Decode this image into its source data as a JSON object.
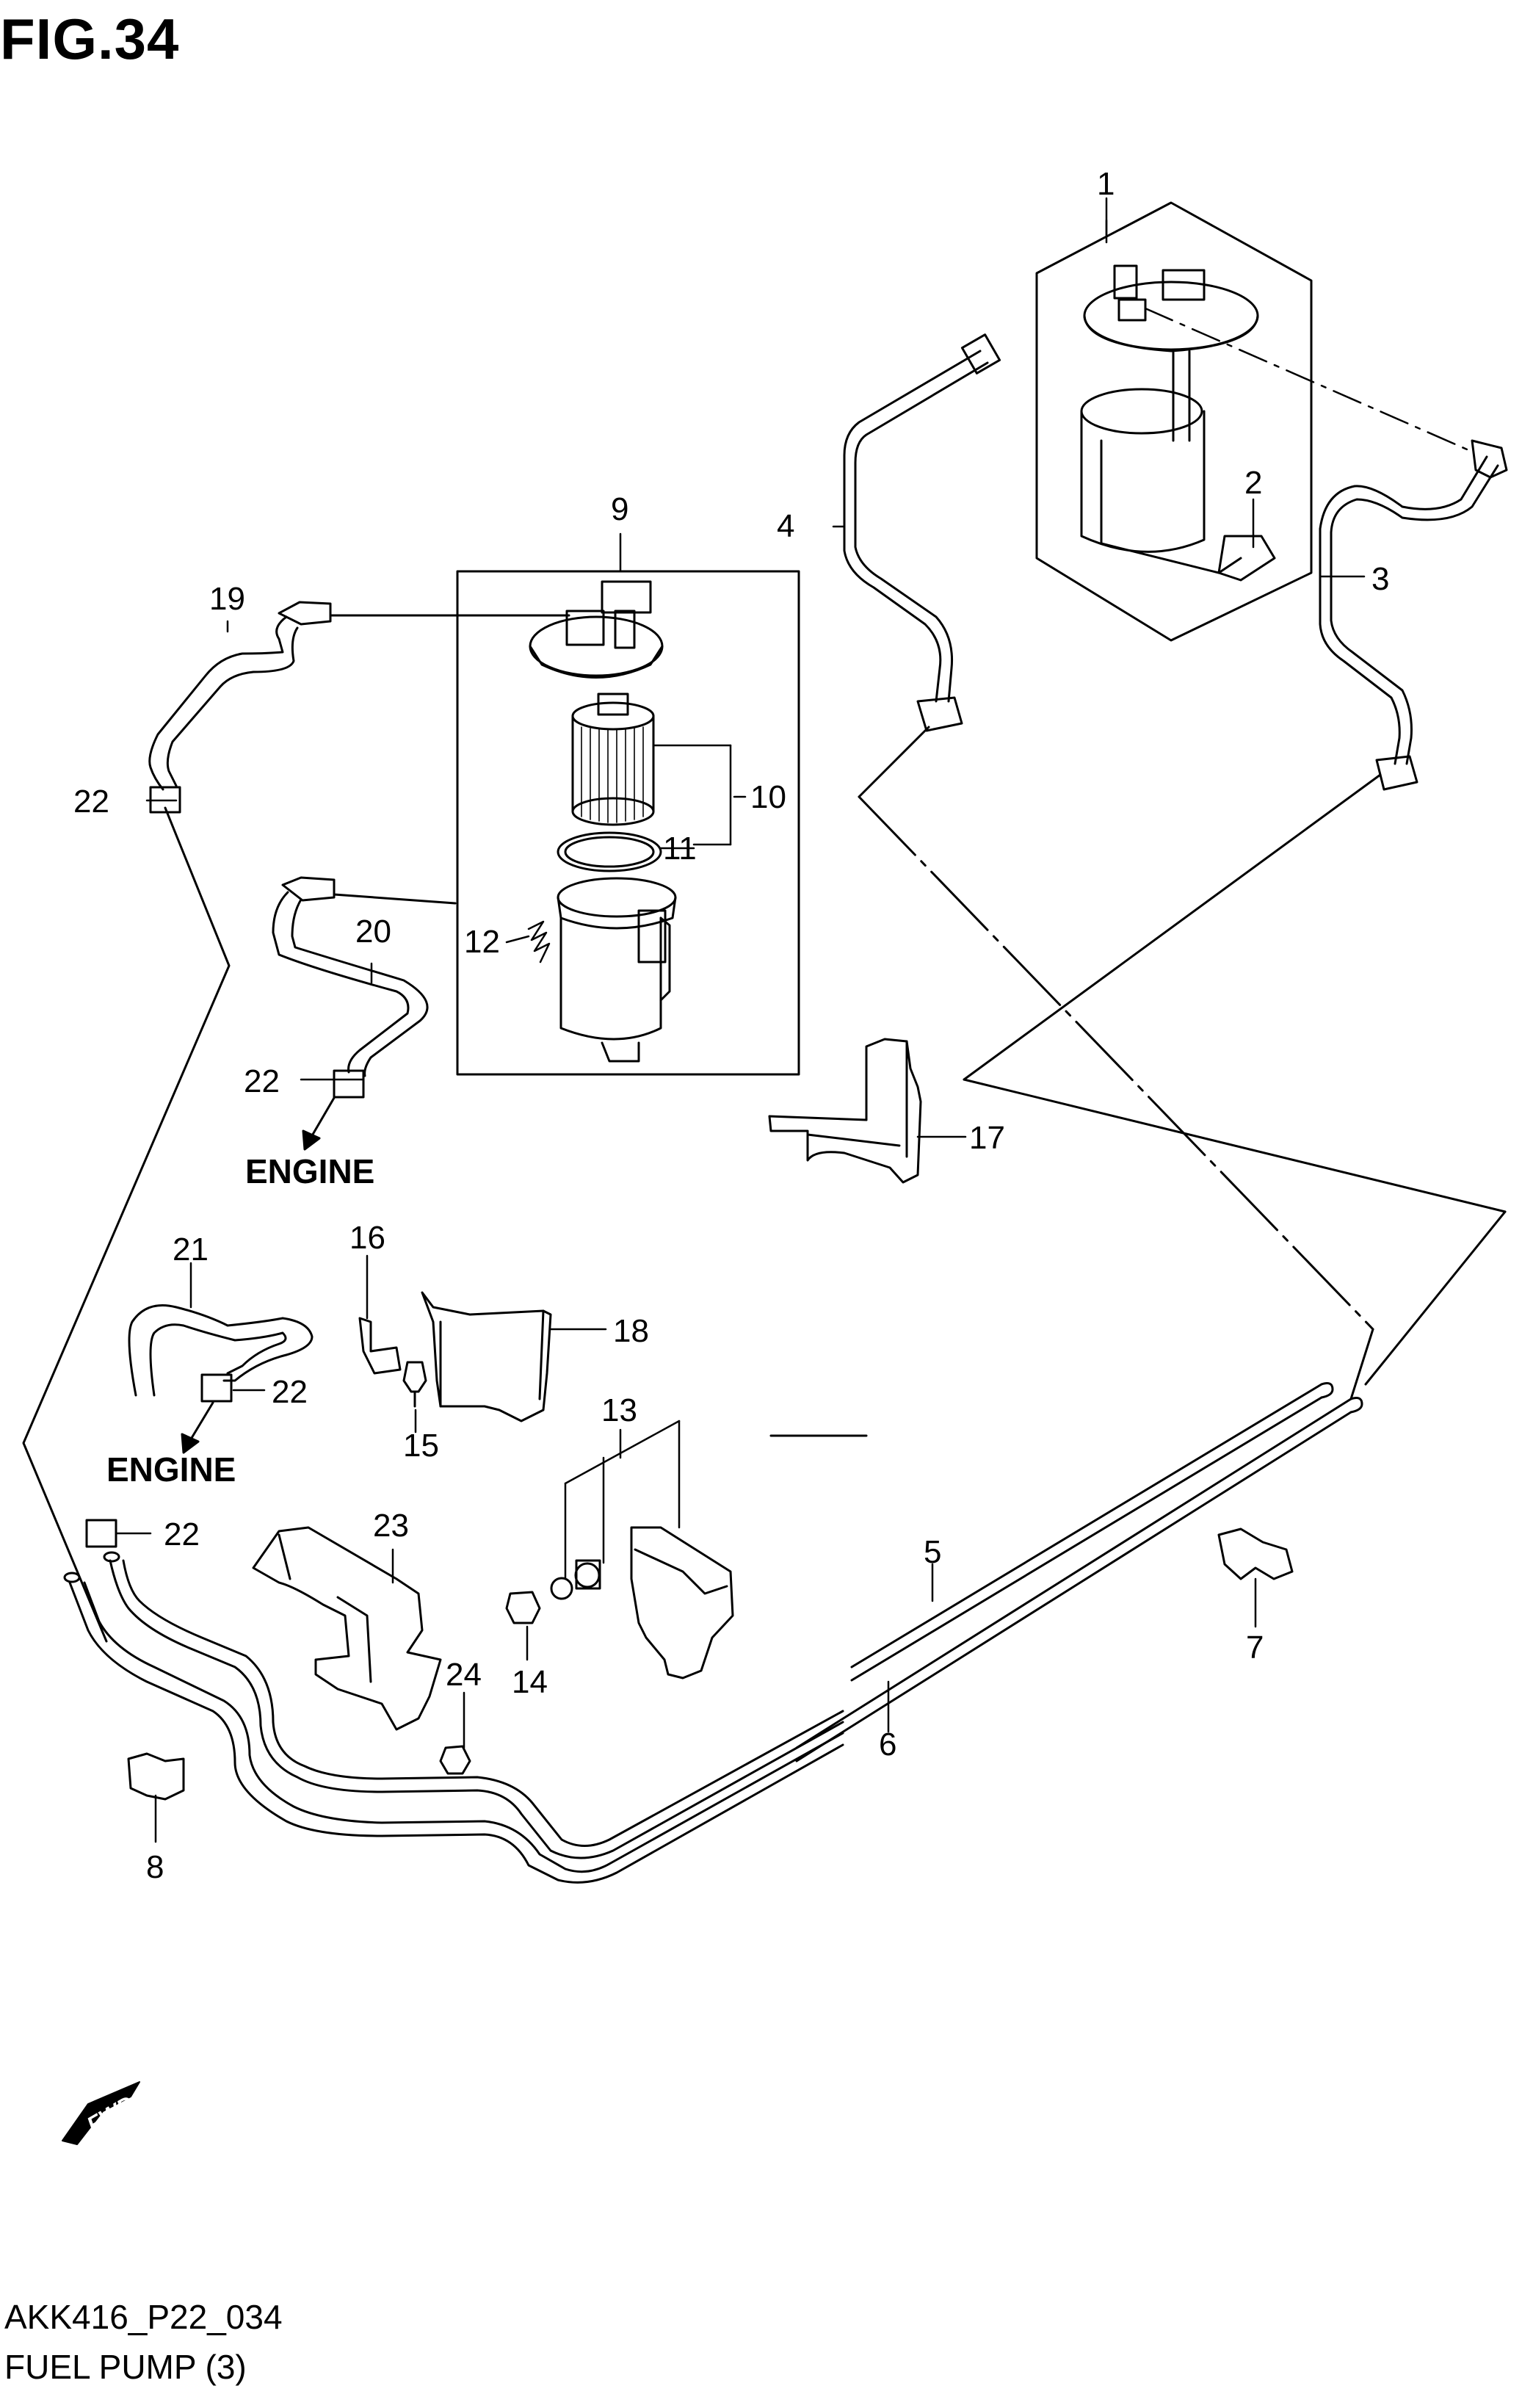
{
  "figure_label": "FIG.34",
  "diagram_code": "AKK416_P22_034",
  "diagram_title": "FUEL PUMP (3)",
  "direction_labels": {
    "engine": "ENGINE",
    "fwd": "FWD"
  },
  "callouts": {
    "p1": "1",
    "p2": "2",
    "p3": "3",
    "p4": "4",
    "p5": "5",
    "p6": "6",
    "p7": "7",
    "p8": "8",
    "p9": "9",
    "p10": "10",
    "p11": "11",
    "p12": "12",
    "p13": "13",
    "p14": "14",
    "p15": "15",
    "p16": "16",
    "p17": "17",
    "p18": "18",
    "p19": "19",
    "p20": "20",
    "p21": "21",
    "p22": "22",
    "p23": "23",
    "p24": "24"
  },
  "colors": {
    "line": "#000000",
    "background": "#ffffff"
  }
}
